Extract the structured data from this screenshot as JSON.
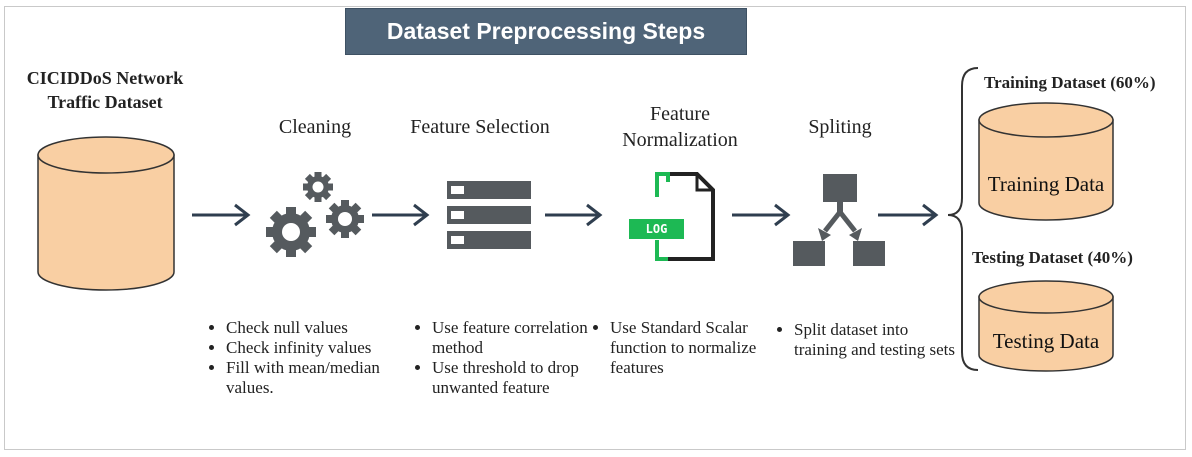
{
  "title": "Dataset Preprocessing Steps",
  "source": {
    "label": "CICIDDoS Network Traffic Dataset"
  },
  "steps": [
    {
      "name": "Cleaning",
      "icon": "gears-icon",
      "bullets": [
        "Check null values",
        "Check infinity values",
        "Fill with mean/median values."
      ]
    },
    {
      "name": "Feature Selection",
      "icon": "server-stack-icon",
      "bullets": [
        "Use feature correlation method",
        "Use threshold to drop unwanted feature"
      ]
    },
    {
      "name": "Feature Normalization",
      "icon": "log-file-icon",
      "icon_text": "LOG",
      "bullets": [
        "Use Standard Scalar function to normalize features"
      ]
    },
    {
      "name": "Spliting",
      "icon": "split-icon",
      "bullets": [
        "Split dataset into training and testing sets"
      ]
    }
  ],
  "outputs": [
    {
      "label": "Training Dataset  (60%)",
      "cylinder_label": "Training Data"
    },
    {
      "label": "Testing Dataset (40%)",
      "cylinder_label": "Testing Data"
    }
  ],
  "colors": {
    "title_bg": "#4f6478",
    "cylinder_fill": "#f9cfa3",
    "cylinder_stroke": "#333333",
    "arrow": "#2f3e4f",
    "icon_dark": "#555a5e",
    "log_green": "#1db954"
  }
}
